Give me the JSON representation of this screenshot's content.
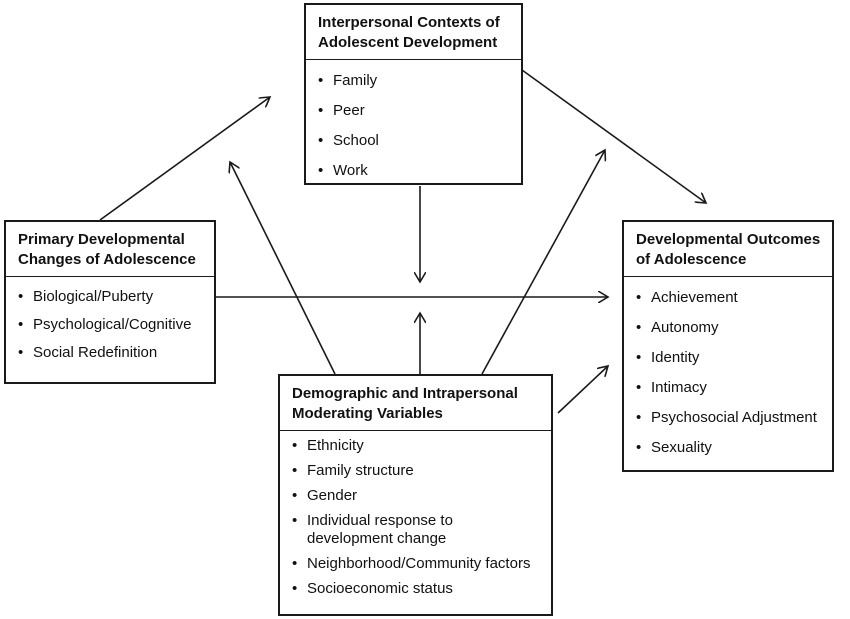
{
  "diagram": {
    "interpersonal": {
      "title_line1": "Interpersonal Contexts of",
      "title_line2": "Adolescent Development",
      "items": [
        "Family",
        "Peer",
        "School",
        "Work"
      ]
    },
    "primary": {
      "title_line1": "Primary Developmental",
      "title_line2": "Changes of Adolescence",
      "items": [
        "Biological/Puberty",
        "Psychological/Cognitive",
        "Social Redefinition"
      ]
    },
    "outcomes": {
      "title_line1": "Developmental Outcomes",
      "title_line2": "of Adolescence",
      "items": [
        "Achievement",
        "Autonomy",
        "Identity",
        "Intimacy",
        "Psychosocial Adjustment",
        "Sexuality"
      ]
    },
    "moderating": {
      "title_line1": "Demographic and Intrapersonal",
      "title_line2": "Moderating Variables",
      "items": [
        "Ethnicity",
        "Family structure",
        "Gender",
        "Individual response to development change",
        "Neighborhood/Community factors",
        "Socioeconomic status"
      ]
    }
  }
}
